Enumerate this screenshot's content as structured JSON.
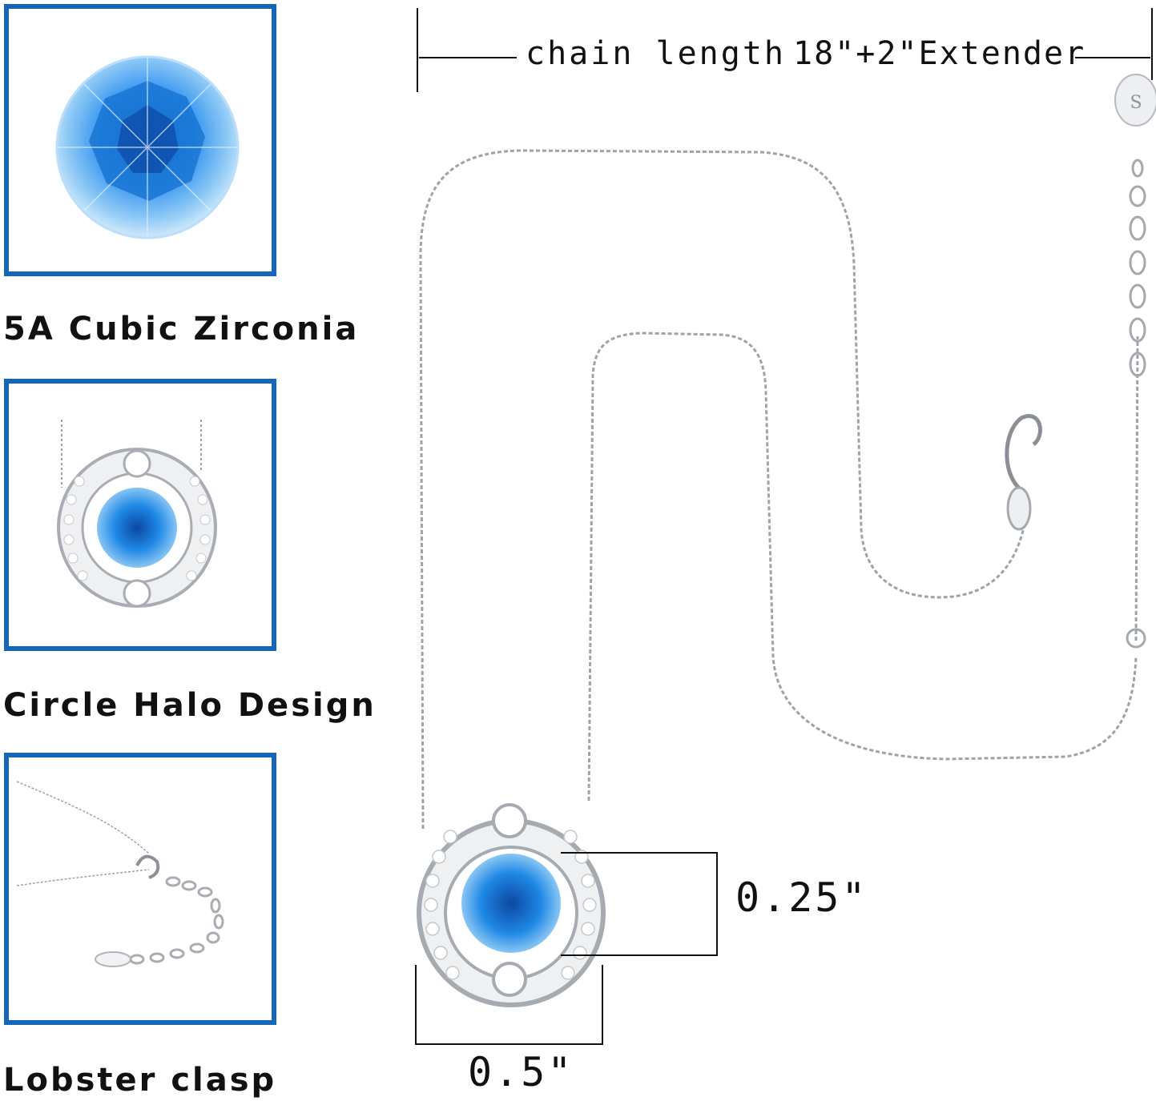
{
  "features": [
    {
      "caption": "5A Cubic Zirconia",
      "icon": "gemstone-closeup-image"
    },
    {
      "caption": "Circle Halo Design",
      "icon": "pendant-closeup-image"
    },
    {
      "caption": "Lobster clasp",
      "icon": "clasp-closeup-image"
    }
  ],
  "dimensions": {
    "chain_label": "chain length",
    "chain_value": "18\"+2\"Extender",
    "pendant_height": "0.25\"",
    "pendant_width": "0.5\""
  },
  "colors": {
    "frame_blue": "#1565b8",
    "gem_blue": "#1e88e5",
    "silver": "#b8bcc2"
  }
}
